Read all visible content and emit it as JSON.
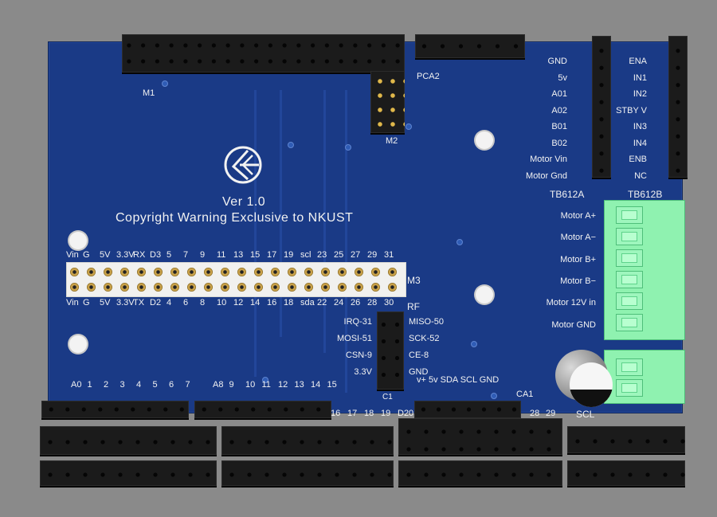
{
  "board": {
    "logo_alt": "logo",
    "version": "Ver 1.0",
    "copyright": "Copyright Warning  Exclusive to NKUST"
  },
  "labels": {
    "m1": "M1",
    "m2": "M2",
    "m3": "M3",
    "pca2": "PCA2",
    "pca1": "CA1",
    "rf": "RF",
    "c1": "C1",
    "scl": "SCL",
    "tb612a": "TB612A",
    "tb612b": "TB612B"
  },
  "tb612a_pins": [
    "GND",
    "5v",
    "A01",
    "A02",
    "B01",
    "B02",
    "Motor Vin",
    "Motor Gnd"
  ],
  "tb612b_pins": [
    "ENA",
    "IN1",
    "IN2",
    "STBY V",
    "IN3",
    "IN4",
    "ENB",
    "NC"
  ],
  "terminal_labels": [
    "Motor A+",
    "Motor A−",
    "Motor B+",
    "Motor B−",
    "Motor 12V in",
    "Motor GND"
  ],
  "m3_top": [
    "Vin",
    "G",
    "5V",
    "3.3V",
    "RX",
    "D3",
    "5",
    "7",
    "9",
    "11",
    "13",
    "15",
    "17",
    "19",
    "scl",
    "23",
    "25",
    "27",
    "29",
    "31"
  ],
  "m3_bottom": [
    "Vin",
    "G",
    "5V",
    "3.3V",
    "TX",
    "D2",
    "4",
    "6",
    "8",
    "10",
    "12",
    "14",
    "16",
    "18",
    "sda",
    "22",
    "24",
    "26",
    "28",
    "30"
  ],
  "rf_left": [
    "IRQ-31",
    "MOSI-51",
    "CSN-9",
    "3.3V"
  ],
  "rf_right": [
    "MISO-50",
    "SCK-52",
    "CE-8",
    "GND"
  ],
  "analog_left": [
    "A0",
    "1",
    "2",
    "3",
    "4",
    "5",
    "6",
    "7"
  ],
  "analog_right": [
    "A8",
    "9",
    "10",
    "11",
    "12",
    "13",
    "14",
    "15"
  ],
  "digital_bottom": [
    "16",
    "17",
    "18",
    "19",
    "D20"
  ],
  "digital_right": [
    "28",
    "29"
  ],
  "i2c_header": "v+  5v  SDA SCL      GND",
  "colors": {
    "pcb": "#1a3a86",
    "header": "#1b1b1b",
    "terminal": "#8ff2b0",
    "silkscreen": "#f2f2f2"
  }
}
